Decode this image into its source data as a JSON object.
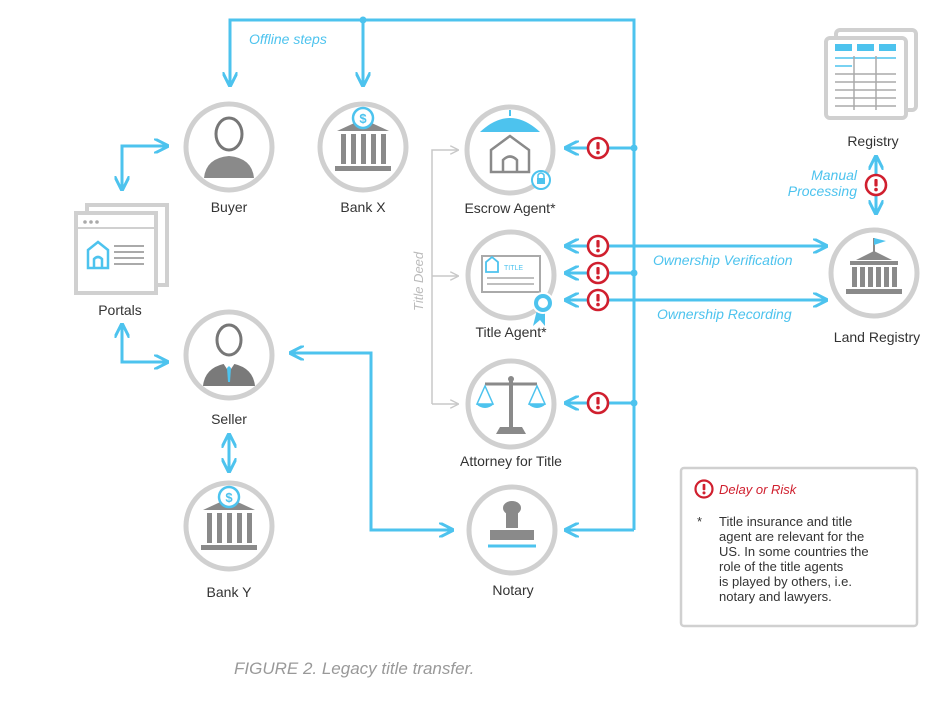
{
  "flow_labels": {
    "offline_steps": "Offline steps",
    "title_deed": "Title Deed",
    "ownership_verification": "Ownership Verification",
    "ownership_recording": "Ownership Recording",
    "manual_processing_line1": "Manual",
    "manual_processing_line2": "Processing"
  },
  "nodes": {
    "buyer": "Buyer",
    "bank_x": "Bank X",
    "escrow_agent": "Escrow Agent*",
    "title_agent": "Title Agent*",
    "attorney": "Attorney for Title",
    "portals": "Portals",
    "seller": "Seller",
    "bank_y": "Bank Y",
    "notary": "Notary",
    "registry": "Registry",
    "land_registry": "Land Registry",
    "title_badge": "TITLE"
  },
  "legend": {
    "risk_label": "Delay or Risk",
    "note_marker": "*",
    "note_lines": [
      "Title insurance and title",
      "agent are relevant for the",
      "US. In some countries the",
      "role of the title agents",
      "is played by others, i.e.",
      "notary and lawyers."
    ]
  },
  "caption": "FIGURE 2. Legacy title transfer.",
  "colors": {
    "flow": "#4dc3ee",
    "risk": "#d01f2e",
    "circle_border": "#d0d0d0",
    "icon_gray": "#8a8a8a"
  }
}
